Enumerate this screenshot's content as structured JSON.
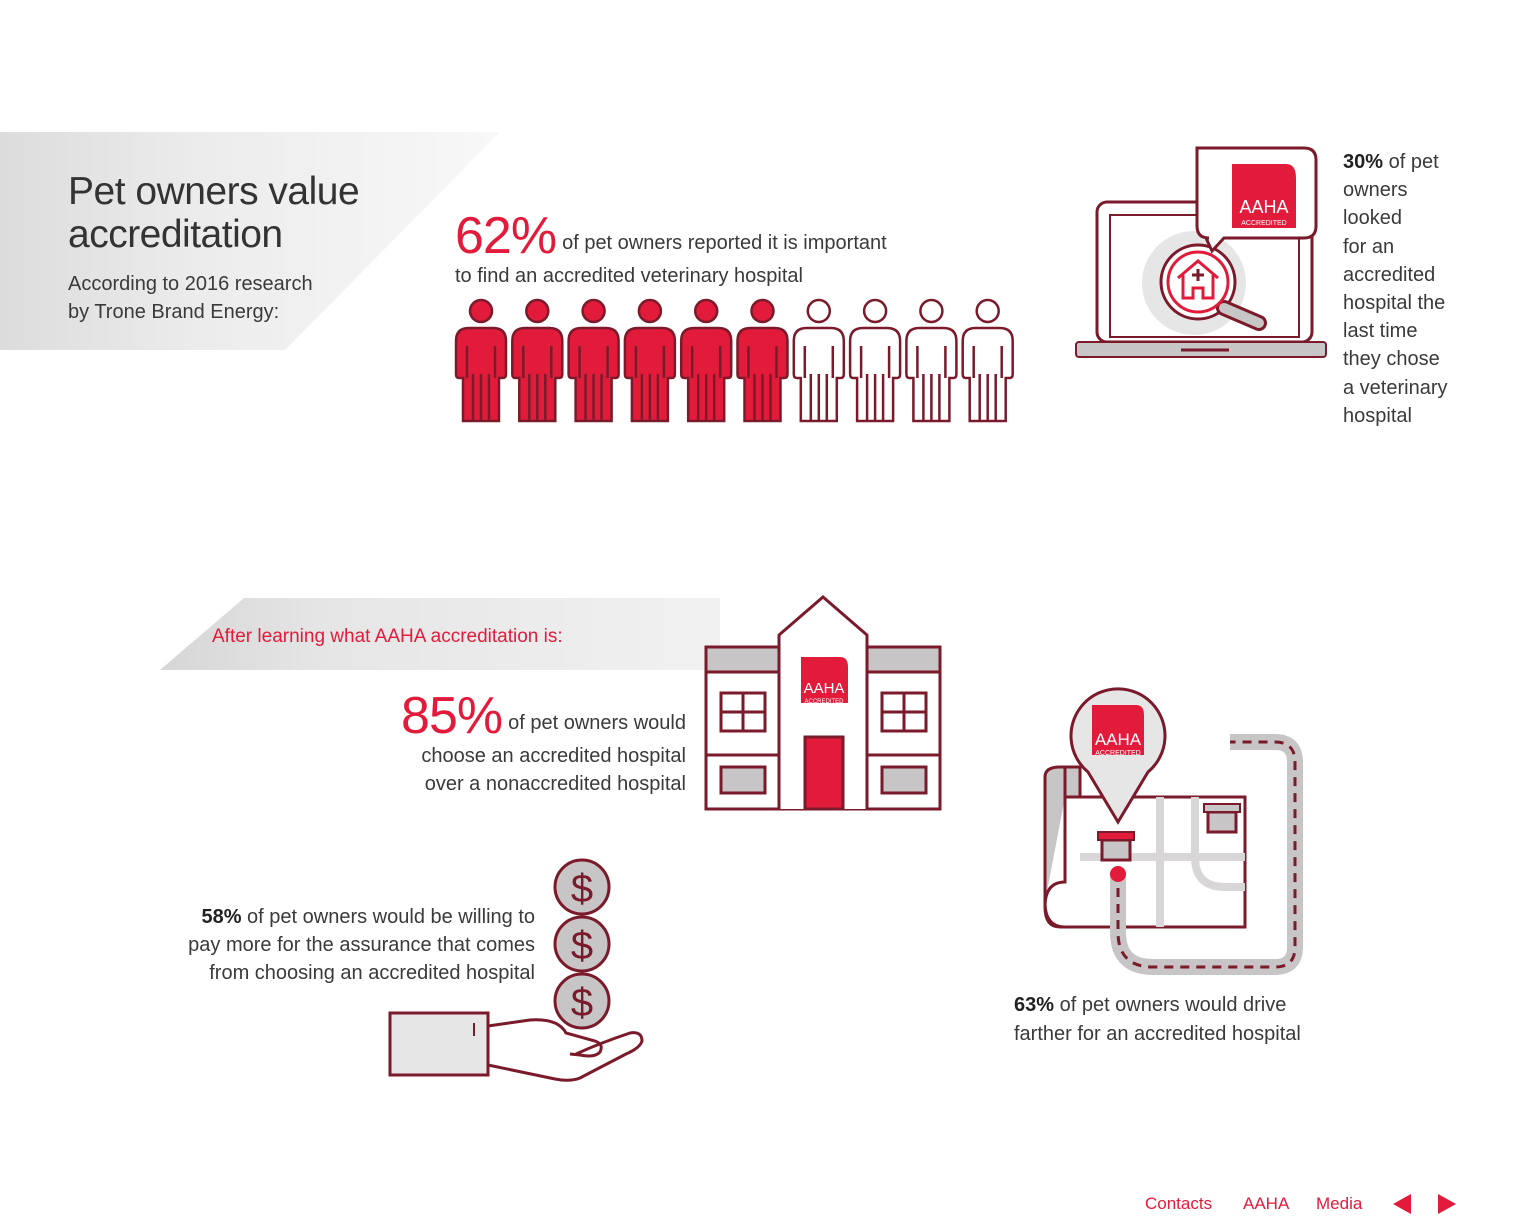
{
  "header": {
    "title_line1": "Pet owners value",
    "title_line2": "accreditation",
    "intro_line1": "According to 2016 research",
    "intro_line2": "by Trone Brand Energy:"
  },
  "stat_62": {
    "percent": "62%",
    "text_line1": "of pet owners reported it is important",
    "text_line2": "to find an accredited veterinary hospital",
    "filled_figures": 6,
    "total_figures": 10
  },
  "stat_30": {
    "percent": "30%",
    "text_line1": " of pet",
    "lines": [
      "owners",
      "looked",
      "for an",
      "accredited",
      "hospital the",
      "last time",
      "they chose",
      "a veterinary",
      "hospital"
    ]
  },
  "after_learning": "After learning what AAHA accreditation is:",
  "stat_85": {
    "percent": "85%",
    "text_line1": "of pet owners would",
    "text_line2": "choose an accredited hospital",
    "text_line3": "over a nonaccredited hospital"
  },
  "stat_58": {
    "percent": "58%",
    "text_line1": " of pet owners would be willing to",
    "text_line2": "pay more for the assurance that comes",
    "text_line3": "from choosing an accredited hospital"
  },
  "stat_63": {
    "percent": "63%",
    "text_line1": " of pet owners would drive",
    "text_line2": "farther for an accredited hospital"
  },
  "badge": {
    "main": "AAHA",
    "sub": "ACCREDITED"
  },
  "dollar_symbol": "$",
  "footer": {
    "contacts": "Contacts",
    "aaha": "AAHA",
    "media": "Media"
  },
  "colors": {
    "accent_red": "#e31b3a",
    "outline_maroon": "#7a1a2a",
    "icon_gray": "#c7c5c6"
  }
}
